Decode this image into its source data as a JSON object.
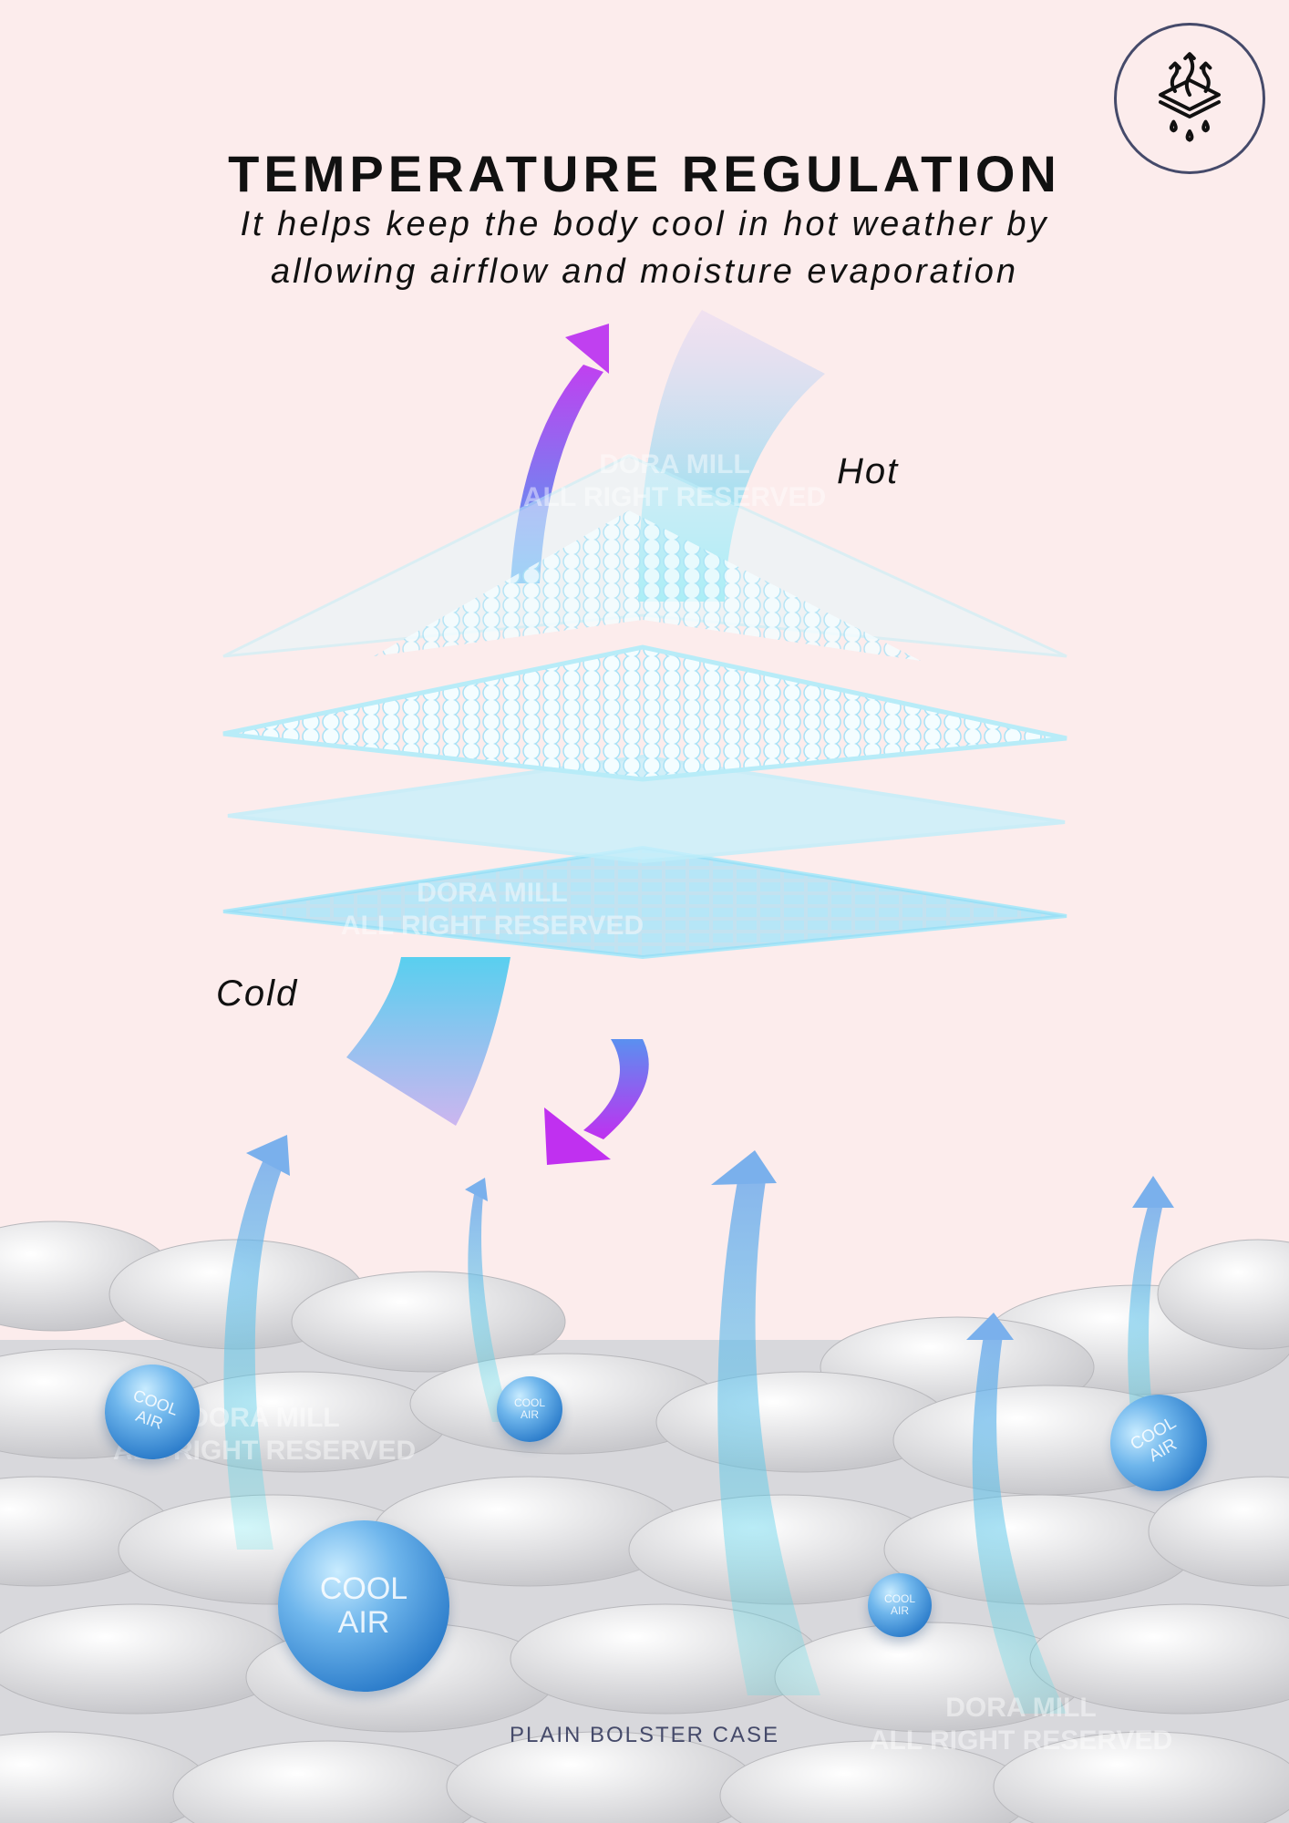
{
  "header": {
    "title": "TEMPERATURE REGULATION",
    "subtitle_line1": "It helps keep the body cool in hot weather by",
    "subtitle_line2": "allowing airflow and moisture evaporation"
  },
  "badge": {
    "icon": "breathable-fabric-icon"
  },
  "labels": {
    "hot": "Hot",
    "cold": "Cold"
  },
  "bubbles": [
    {
      "line1": "COOL",
      "line2": "AIR"
    },
    {
      "line1": "COOL",
      "line2": "AIR"
    },
    {
      "line1": "COOL",
      "line2": "AIR"
    },
    {
      "line1": "COOL",
      "line2": "AIR"
    },
    {
      "line1": "COOL",
      "line2": "AIR"
    }
  ],
  "watermark": {
    "line1": "DORA MILL",
    "line2": "ALL RIGHT RESERVED"
  },
  "footer": "PLAIN BOLSTER CASE",
  "colors": {
    "background": "#fcecec",
    "accent": "#454a6a",
    "purple": "#c040f0",
    "cyan": "#30d8f0"
  }
}
